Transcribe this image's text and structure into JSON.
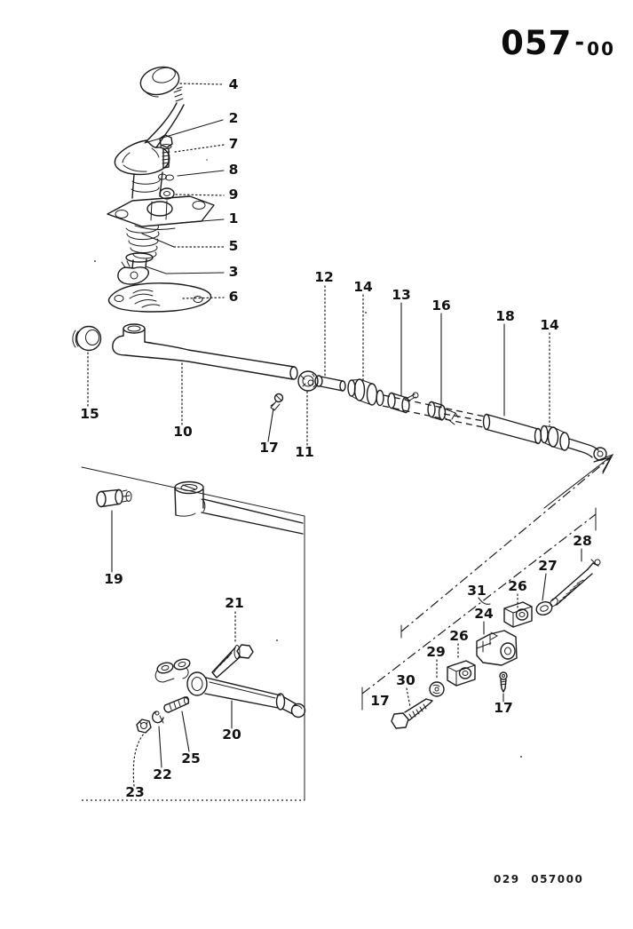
{
  "header": {
    "doc_number": "057",
    "doc_number_separator": "-",
    "doc_number_suffix": "00"
  },
  "footer": {
    "code": "029 057000"
  },
  "callouts": [
    "4",
    "2",
    "7",
    "8",
    "9",
    "1",
    "5",
    "3",
    "6",
    "12",
    "14",
    "13",
    "16",
    "18",
    "14",
    "15",
    "10",
    "17",
    "11",
    "19",
    "21",
    "31",
    "26",
    "27",
    "28",
    "24",
    "26",
    "29",
    "30",
    "17",
    "17",
    "20",
    "25",
    "22",
    "23"
  ]
}
